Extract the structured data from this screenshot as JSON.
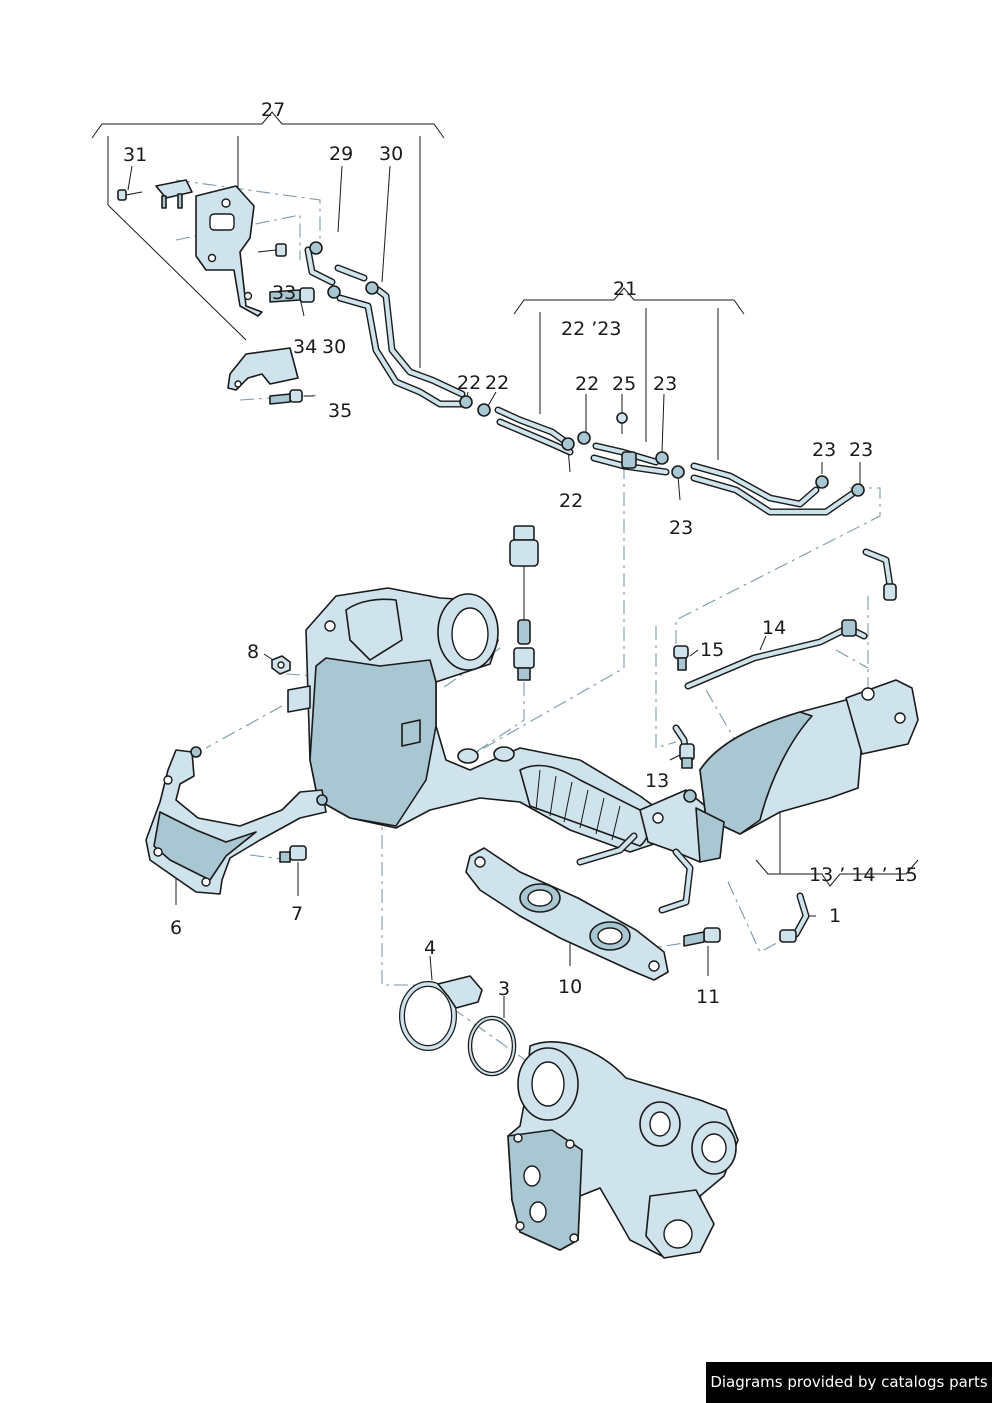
{
  "part_labels": {
    "p27": "27",
    "p31": "31",
    "p29": "29",
    "p30a": "30",
    "p33": "33",
    "p34": "34",
    "p30b": "30",
    "p35": "35",
    "p21": "21",
    "p22_23": "22 ’23",
    "p22a": "22",
    "p22b": "22",
    "p22c": "22",
    "p25": "25",
    "p23a": "23",
    "p22d": "22",
    "p23b": "23",
    "p23c": "23",
    "p23d": "23",
    "p8": "8",
    "p14": "14",
    "p15": "15",
    "p13": "13",
    "p13_14_15": "13 ’ 14 ’ 15",
    "p1": "1",
    "p6": "6",
    "p7": "7",
    "p4": "4",
    "p3": "3",
    "p10": "10",
    "p11": "11"
  },
  "icons": [
    "bolt-icon",
    "nut-icon",
    "clip-icon",
    "sensor-icon",
    "clamp-icon",
    "o-ring-icon"
  ],
  "colors": {
    "part_fill": "#cfe3ec",
    "part_shade": "#a9c6d3",
    "outline": "#1a1a1a",
    "dash_line": "#7a9aa8"
  },
  "watermark": "Diagrams provided by catalogs parts"
}
